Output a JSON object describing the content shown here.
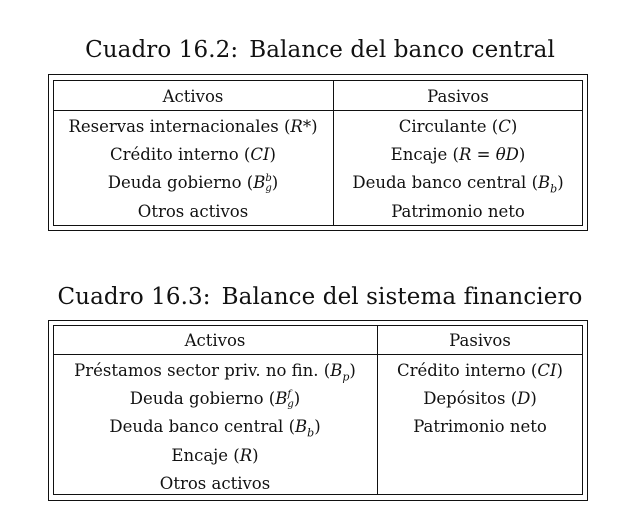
{
  "tables": [
    {
      "caption_label": "Cuadro 16.2:",
      "caption_title": "Balance del banco central",
      "headers": [
        "Activos",
        "Pasivos"
      ],
      "rows": [
        [
          "Reservas internacionales (R*)",
          "Circulante (C)"
        ],
        [
          "Crédito interno (CI)",
          "Encaje (R = θD)"
        ],
        [
          "Deuda gobierno (Bgb)",
          "Deuda banco central (Bb)"
        ],
        [
          "Otros activos",
          "Patrimonio neto"
        ]
      ]
    },
    {
      "caption_label": "Cuadro 16.3:",
      "caption_title": "Balance del sistema financiero",
      "headers": [
        "Activos",
        "Pasivos"
      ],
      "rows": [
        [
          "Préstamos sector priv. no fin. (Bp)",
          "Crédito interno (CI)"
        ],
        [
          "Deuda gobierno (Bgf)",
          "Depósitos (D)"
        ],
        [
          "Deuda banco central (Bb)",
          "Patrimonio neto"
        ],
        [
          "Encaje (R)",
          ""
        ],
        [
          "Otros activos",
          ""
        ]
      ]
    }
  ]
}
